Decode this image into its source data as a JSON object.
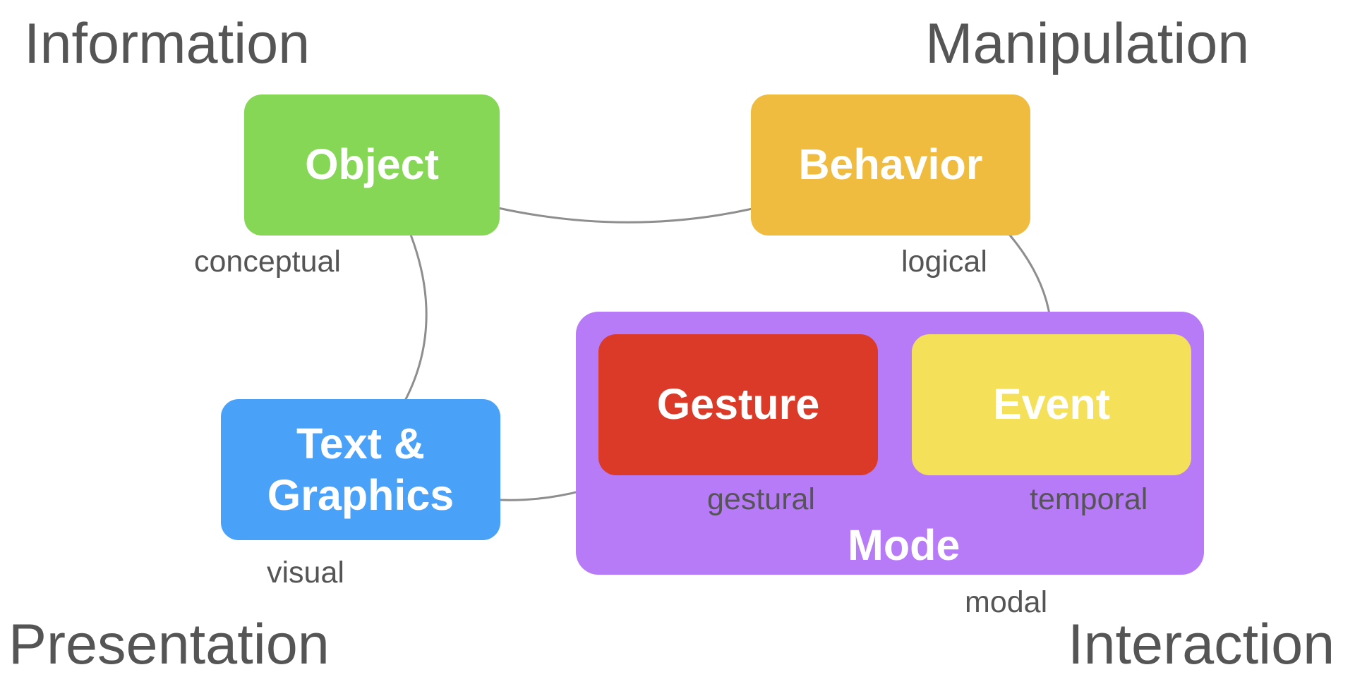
{
  "corners": {
    "information": "Information",
    "manipulation": "Manipulation",
    "presentation": "Presentation",
    "interaction": "Interaction"
  },
  "nodes": {
    "object": {
      "label": "Object",
      "color": "#85d755"
    },
    "behavior": {
      "label": "Behavior",
      "color": "#efbc40"
    },
    "text_graphics": {
      "label_line1": "Text &",
      "label_line2": "Graphics",
      "color": "#4aa2f8"
    },
    "gesture": {
      "label": "Gesture",
      "color": "#da3a27"
    },
    "event": {
      "label": "Event",
      "color": "#f5e05a"
    }
  },
  "mode": {
    "label": "Mode",
    "color": "#b77bf7"
  },
  "annotations": {
    "conceptual": "conceptual",
    "logical": "logical",
    "visual": "visual",
    "gestural": "gestural",
    "temporal": "temporal",
    "modal": "modal"
  },
  "connector_color": "#8e8e8e"
}
